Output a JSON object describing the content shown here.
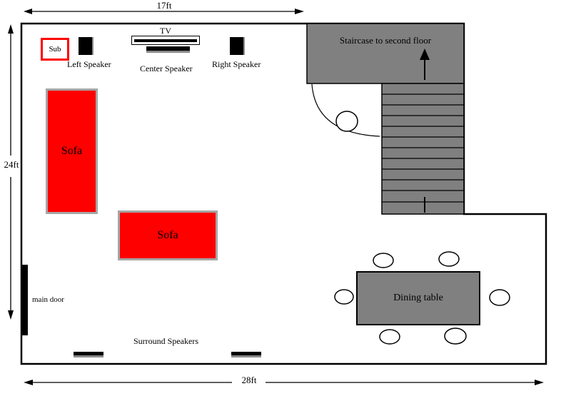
{
  "dimensions": {
    "top": "17ft",
    "left": "24ft",
    "bottom": "28ft"
  },
  "av": {
    "sub": "Sub",
    "left_speaker": "Left Speaker",
    "tv": "TV",
    "center_speaker": "Center Speaker",
    "right_speaker": "Right Speaker",
    "surround": "Surround Speakers"
  },
  "furniture": {
    "sofa_vertical": "Sofa",
    "sofa_horizontal": "Sofa",
    "dining_table": "Dining table"
  },
  "staircase": "Staircase to second floor",
  "main_door": "main door",
  "colors": {
    "sofa": "#ff0000",
    "sub_border": "#ff0000",
    "staircase": "#808080",
    "dining_table": "#808080",
    "wall": "#000000"
  }
}
